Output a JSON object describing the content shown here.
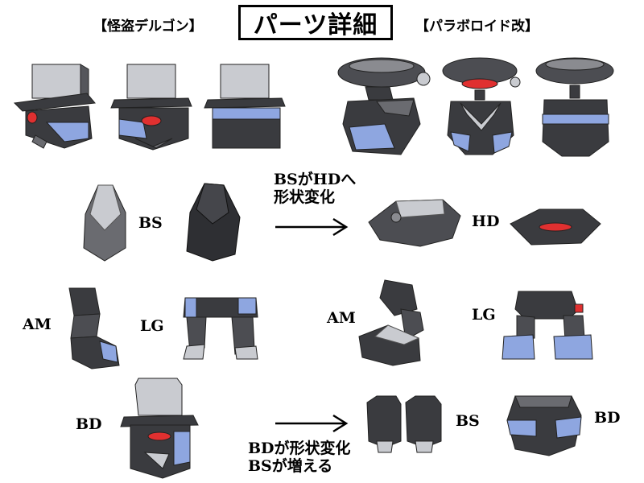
{
  "header": {
    "title": "パーツ詳細",
    "left_label": "【怪盗デルゴン】",
    "right_label": "【パラボロイド改】"
  },
  "parts": {
    "bs_left": "BS",
    "hd_right": "HD",
    "am_left": "AM",
    "lg_left": "LG",
    "am_right": "AM",
    "lg_right": "LG",
    "bd_left": "BD",
    "bs_right": "BS",
    "bd_right": "BD"
  },
  "notes": {
    "bs_to_hd_line1": "BSがHDへ",
    "bs_to_hd_line2": "形状変化",
    "bd_change_line1": "BDが形状変化",
    "bd_change_line2": "BSが増える"
  },
  "colors": {
    "dark": "#3a3b3f",
    "mid": "#6a6b70",
    "light": "#c9cbd0",
    "blue": "#8ea6e0",
    "red": "#e03030"
  }
}
